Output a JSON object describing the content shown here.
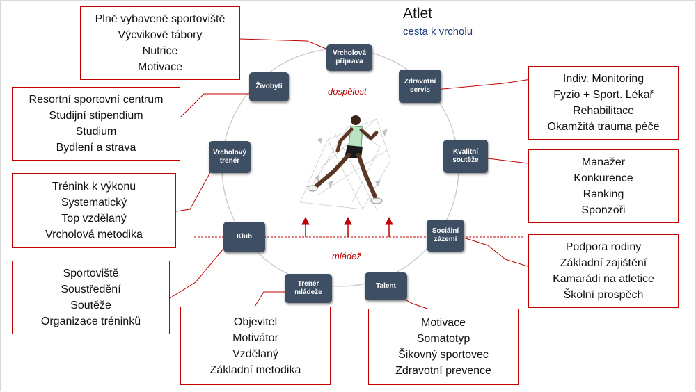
{
  "title": "Atlet",
  "subtitle": "cesta k vrcholu",
  "phases": {
    "adult": "dospělost",
    "youth": "mládež"
  },
  "nodes": {
    "vrcholova_priprava": "Vrcholová příprava",
    "zdravotni_servis": "Zdravotní servis",
    "kvalitni_souteze": "Kvalitní soutěže",
    "socialni_zazemi": "Sociální zázemí",
    "talent": "Talent",
    "trener_mladeze": "Trenér mládeže",
    "klub": "Klub",
    "vrcholovy_trener": "Vrcholový trenér",
    "zivobyti": "Živobytí"
  },
  "boxes": {
    "facilities": [
      "Plně vybavené sportoviště",
      "Výcvikové tábory",
      "Nutrice",
      "Motivace"
    ],
    "health": [
      "Indiv. Monitoring",
      "Fyzio + Sport. Lékař",
      "Rehabilitace",
      "Okamžitá trauma péče"
    ],
    "competition": [
      "Manažer",
      "Konkurence",
      "Ranking",
      "Sponzoři"
    ],
    "social": [
      "Podpora rodiny",
      "Základní zajištění",
      "Kamarádi na atletice",
      "Školní prospěch"
    ],
    "talent": [
      "Motivace",
      "Somatotyp",
      "Šikovný sportovec",
      "Zdravotní prevence"
    ],
    "youth_coach": [
      "Objevitel",
      "Motivátor",
      "Vzdělaný",
      "Základní metodika"
    ],
    "club": [
      "Sportoviště",
      "Soustředění",
      "Soutěže",
      "Organizace tréninků"
    ],
    "top_coach": [
      "Trénink k výkonu",
      "Systematický",
      "Top vzdělaný",
      "Vrcholová metodika"
    ],
    "living": [
      "Resortní sportovní centrum",
      "Studijní stipendium",
      "Studium",
      "Bydlení a strava"
    ]
  },
  "colors": {
    "node": "#3f4f63",
    "accent": "#c00000",
    "subtitle": "#1f3d7a"
  },
  "icons": {
    "athlete": "running-athlete-illustration",
    "arrows": "up-arrow-icon"
  }
}
